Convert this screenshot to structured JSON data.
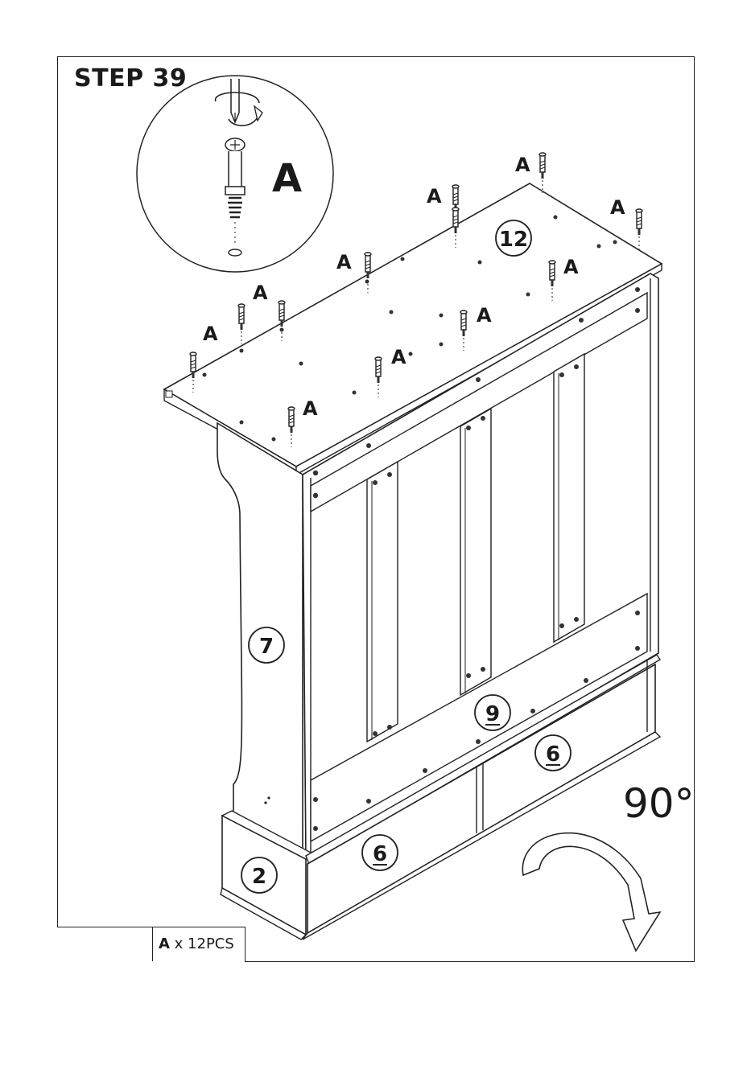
{
  "step": {
    "title": "STEP 39"
  },
  "detail": {
    "part_letter": "A"
  },
  "hardware_labels": [
    "A",
    "A",
    "A",
    "A",
    "A",
    "A",
    "A",
    "A",
    "A",
    "A",
    "A",
    "A"
  ],
  "parts": {
    "top": "12",
    "side": "7",
    "rail": "9",
    "drawer_right": "6",
    "drawer_left": "6",
    "base": "2"
  },
  "rotation": {
    "label": "90°"
  },
  "legend": {
    "letter": "A",
    "quantity": "x 12PCS"
  },
  "icons": [
    "screwdriver-icon",
    "rotate-clockwise-icon",
    "cam-bolt-icon",
    "rotate-arrow-icon"
  ]
}
